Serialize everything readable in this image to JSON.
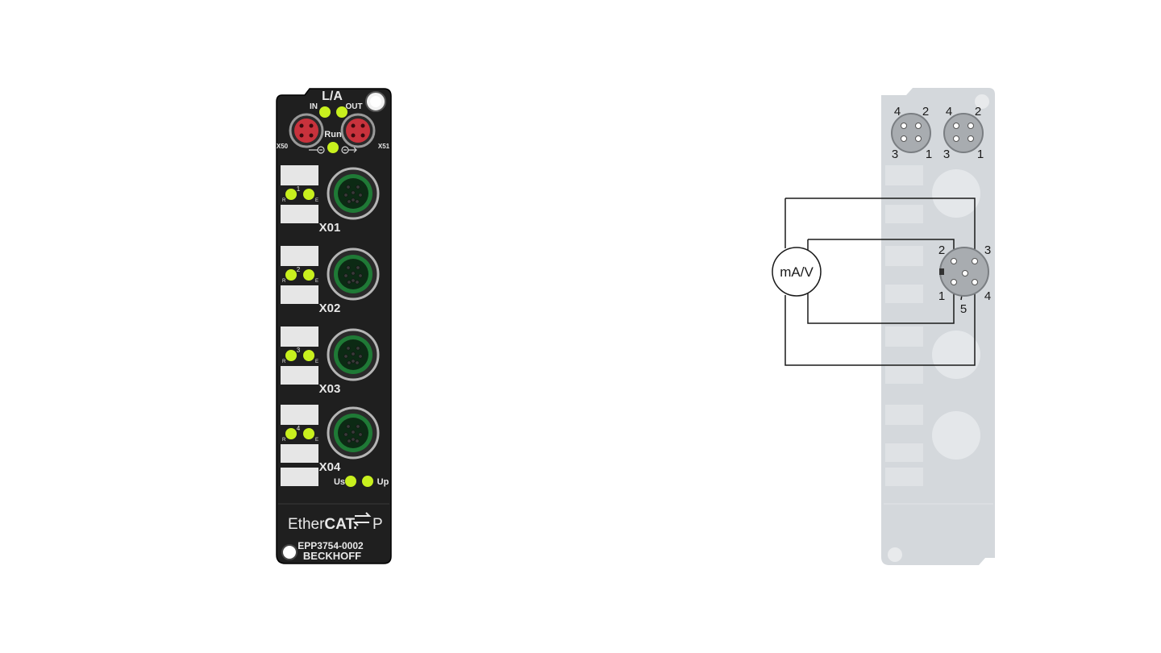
{
  "device": {
    "la_label": "L/A",
    "in_label": "IN",
    "out_label": "OUT",
    "run_label": "Run",
    "x50_label": "X50",
    "x51_label": "X51",
    "r_label": "R",
    "e_label": "E",
    "ports": [
      {
        "label": "X01",
        "channel": "1"
      },
      {
        "label": "X02",
        "channel": "2"
      },
      {
        "label": "X03",
        "channel": "3"
      },
      {
        "label": "X04",
        "channel": "4"
      }
    ],
    "us_label": "Us",
    "up_label": "Up",
    "brand_ether": "Ether",
    "brand_cat": "CAT.",
    "brand_p": "P",
    "model": "EPP3754-0002",
    "manufacturer": "BECKHOFF",
    "colors": {
      "housing": "#1f1f1f",
      "led": "#c8f01e",
      "ethercat_port": "#c8323c",
      "m12_port": "#1f7a36",
      "label_strip": "#e6e6e6"
    }
  },
  "schematic": {
    "top_left_pins": {
      "p4": "4",
      "p2": "2",
      "p3": "3",
      "p1": "1"
    },
    "top_right_pins": {
      "p4": "4",
      "p2": "2",
      "p3": "3",
      "p1": "1"
    },
    "connector_pins": {
      "p2": "2",
      "p3": "3",
      "p1": "1",
      "p5": "5",
      "p4": "4"
    },
    "sensor_label": "mA/V",
    "colors": {
      "panel": "#d4d8dc",
      "line": "#1a1a1a"
    }
  }
}
